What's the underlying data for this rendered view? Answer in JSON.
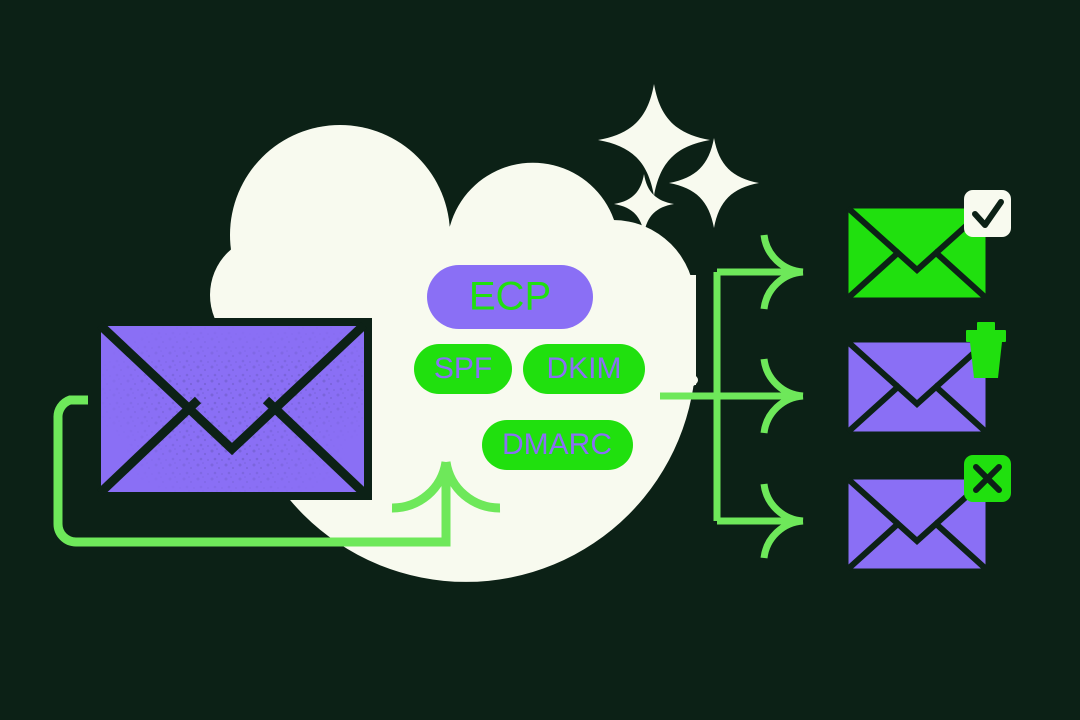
{
  "illustration": {
    "title": "Email authentication flow illustration",
    "background_color": "#0c2116",
    "palette": {
      "background": "#0c2116",
      "cream": "#f8faef",
      "purple": "#8a6ff5",
      "bright_green": "#20e00e",
      "light_green": "#6ee85a",
      "dark_outline": "#0c2116",
      "speckle": "#7863d4"
    }
  },
  "cloud": {
    "name": "cloud",
    "fill": "#f8faef"
  },
  "source_envelope": {
    "name": "source-envelope",
    "fill": "#8a6ff5",
    "outline": "#0c2116",
    "texture": "speckled"
  },
  "protocol_pills": [
    {
      "id": "ecp",
      "label": "ECP",
      "fill": "#8a6ff5",
      "text_color": "#20e00e",
      "font_size": 40
    },
    {
      "id": "spf",
      "label": "SPF",
      "fill": "#20e00e",
      "text_color": "#8a6ff5",
      "font_size": 30
    },
    {
      "id": "dkim",
      "label": "DKIM",
      "fill": "#20e00e",
      "text_color": "#8a6ff5",
      "font_size": 30
    },
    {
      "id": "dmarc",
      "label": "DMARC",
      "fill": "#20e00e",
      "text_color": "#8a6ff5",
      "font_size": 30
    }
  ],
  "outcomes": [
    {
      "id": "delivered",
      "envelope_fill": "#20e00e",
      "badge": "check-icon",
      "badge_fill": "#f8faef",
      "badge_glyph_color": "#0c2116"
    },
    {
      "id": "junked",
      "envelope_fill": "#8a6ff5",
      "badge": "trash-icon",
      "badge_fill": "#20e00e",
      "badge_glyph_color": "#20e00e"
    },
    {
      "id": "rejected",
      "envelope_fill": "#8a6ff5",
      "badge": "x-icon",
      "badge_fill": "#20e00e",
      "badge_glyph_color": "#0c2116"
    }
  ],
  "connectors": {
    "branch_color": "#6ee85a",
    "feedback_color": "#6ee85a",
    "branch_count": 3
  },
  "sparkles": [
    {
      "id": "sparkle-large-top",
      "fill": "#f8faef"
    },
    {
      "id": "sparkle-medium-top",
      "fill": "#f8faef"
    },
    {
      "id": "sparkle-small-top",
      "fill": "#f8faef"
    },
    {
      "id": "sparkle-small-bottom",
      "fill": "#f8faef"
    }
  ]
}
